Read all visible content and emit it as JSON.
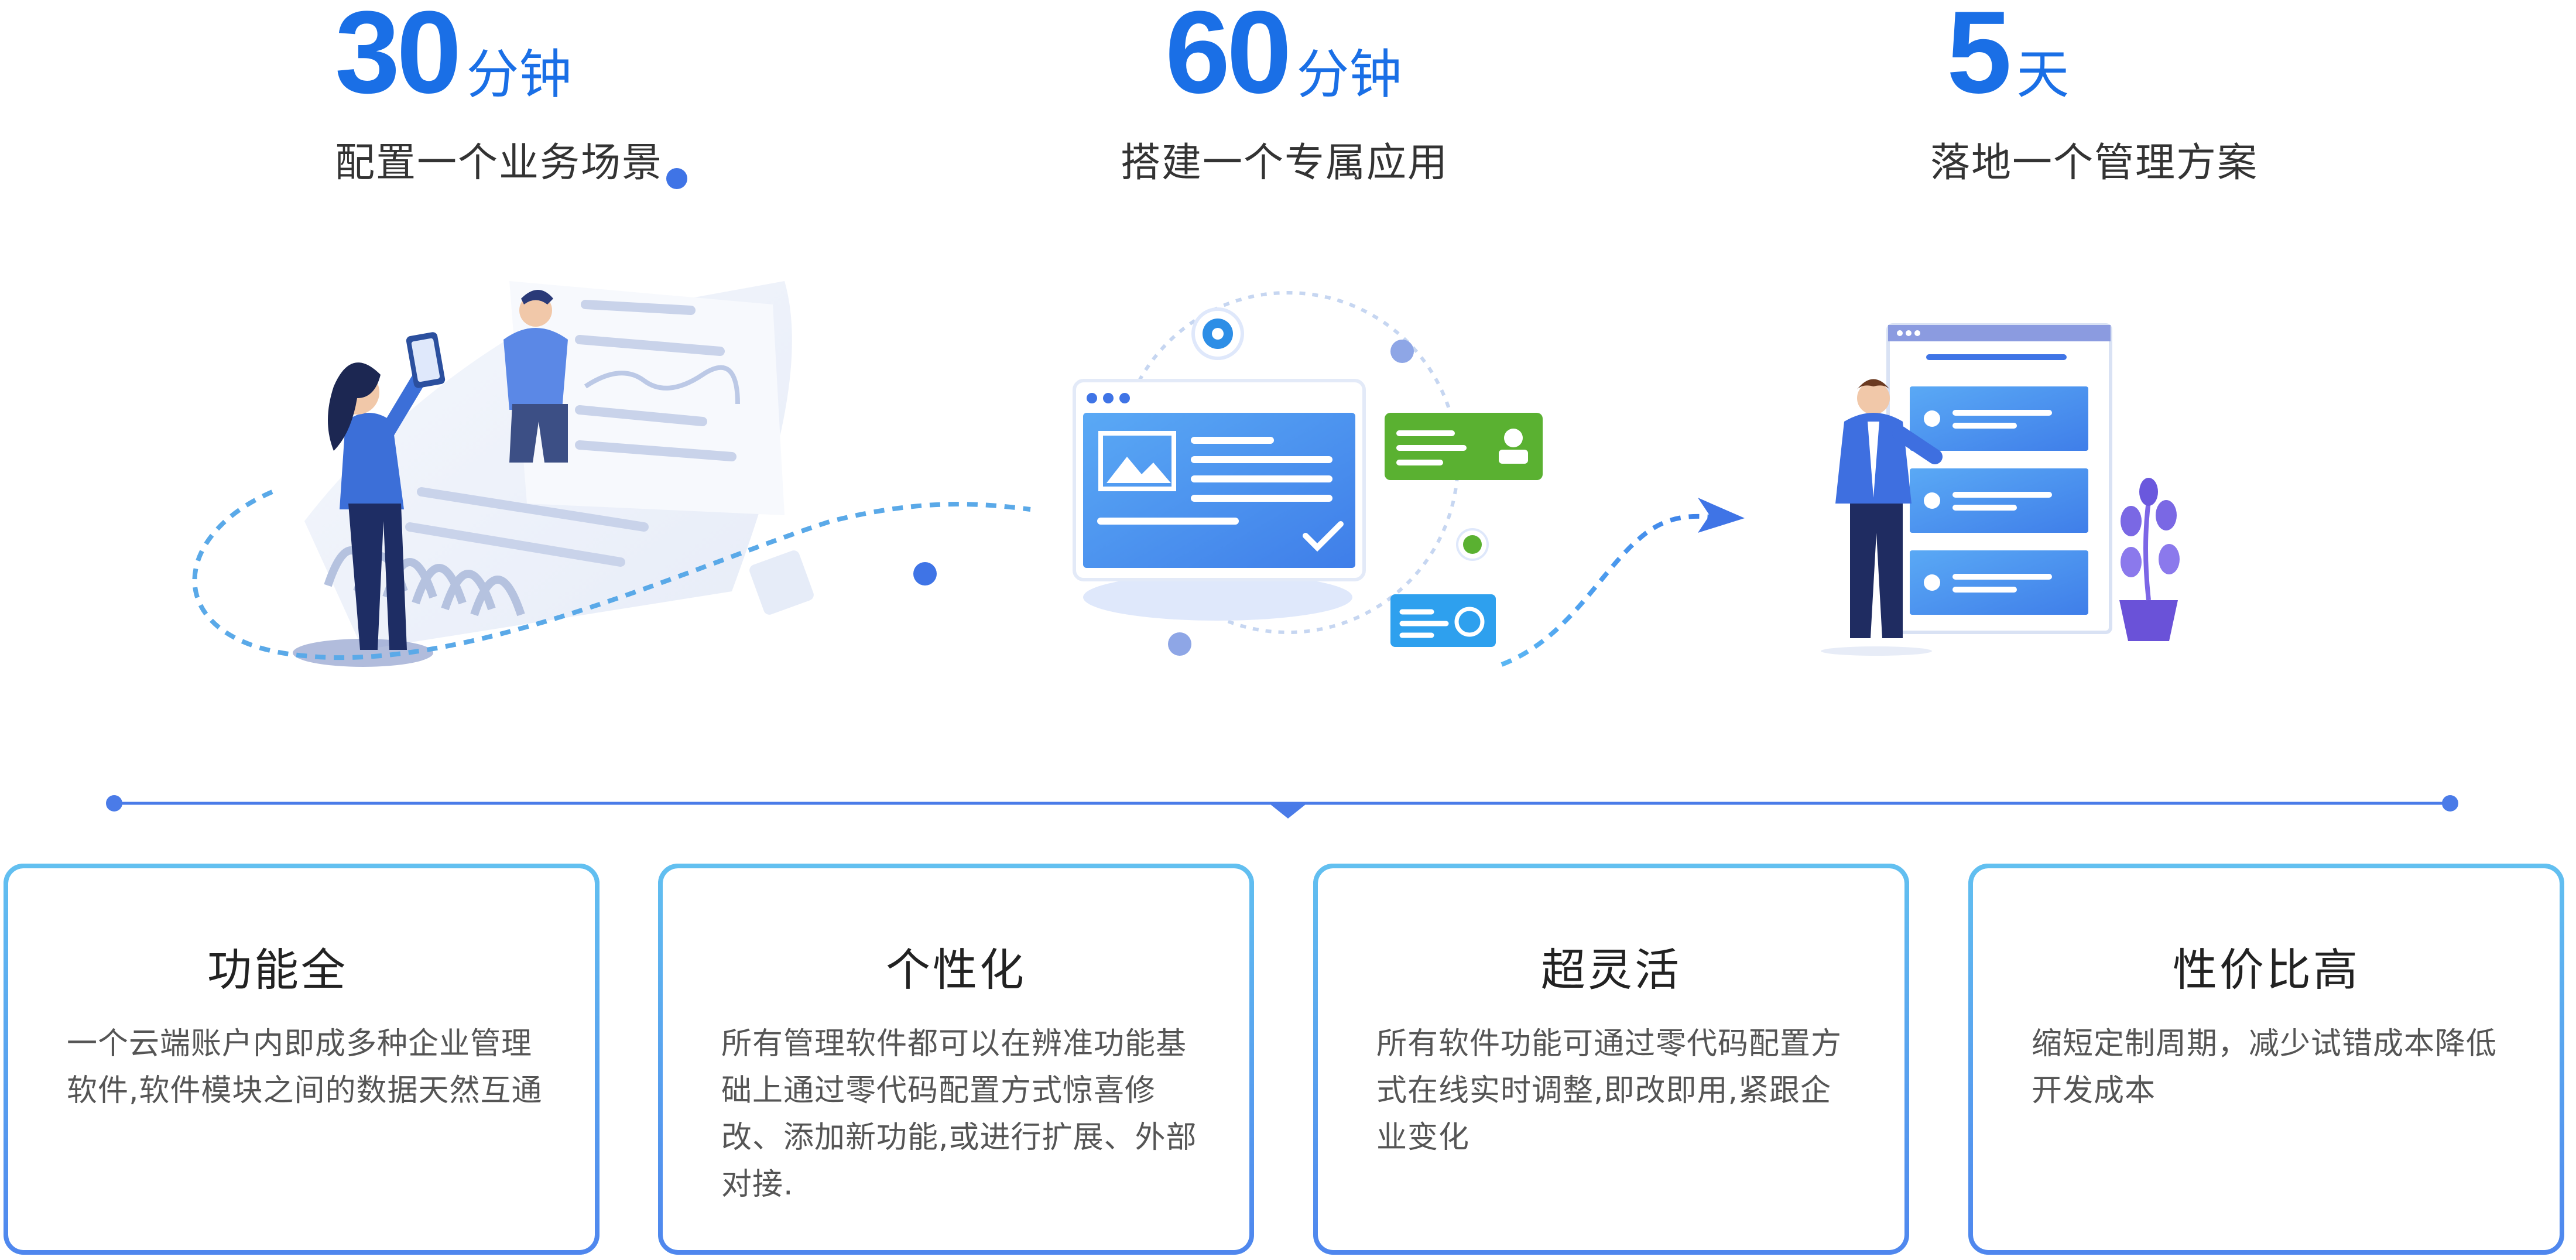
{
  "metrics": [
    {
      "number": "30",
      "unit": "分钟",
      "desc": "配置一个业务场景"
    },
    {
      "number": "60",
      "unit": "分钟",
      "desc": "搭建一个专属应用"
    },
    {
      "number": "5",
      "unit": "天",
      "desc": "落地一个管理方案"
    }
  ],
  "features": [
    {
      "title": "功能全",
      "text": "一个云端账户内即成多种企业管理软件,软件模块之间的数据天然互通"
    },
    {
      "title": "个性化",
      "text": "所有管理软件都可以在辨准功能基础上通过零代码配置方式惊喜修改、添加新功能,或进行扩展、外部对接."
    },
    {
      "title": "超灵活",
      "text": "所有软件功能可通过零代码配置方式在线实时调整,即改即用,紧跟企业变化"
    },
    {
      "title": "性价比高",
      "text": "缩短定制周期，减少试错成本降低开发成本"
    }
  ],
  "colors": {
    "accent": "#1a6fe6",
    "card_border": "#5ab0f2",
    "timeline": "#4a7be8"
  }
}
